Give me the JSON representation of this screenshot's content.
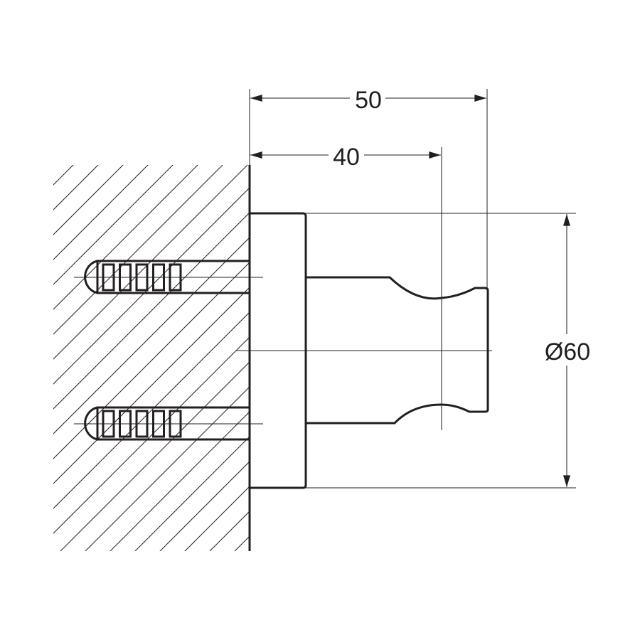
{
  "drawing": {
    "dimensions": {
      "overall_depth": "50",
      "hook_depth": "40",
      "flange_diameter": "Ø60"
    },
    "line_color": "#231f20"
  }
}
